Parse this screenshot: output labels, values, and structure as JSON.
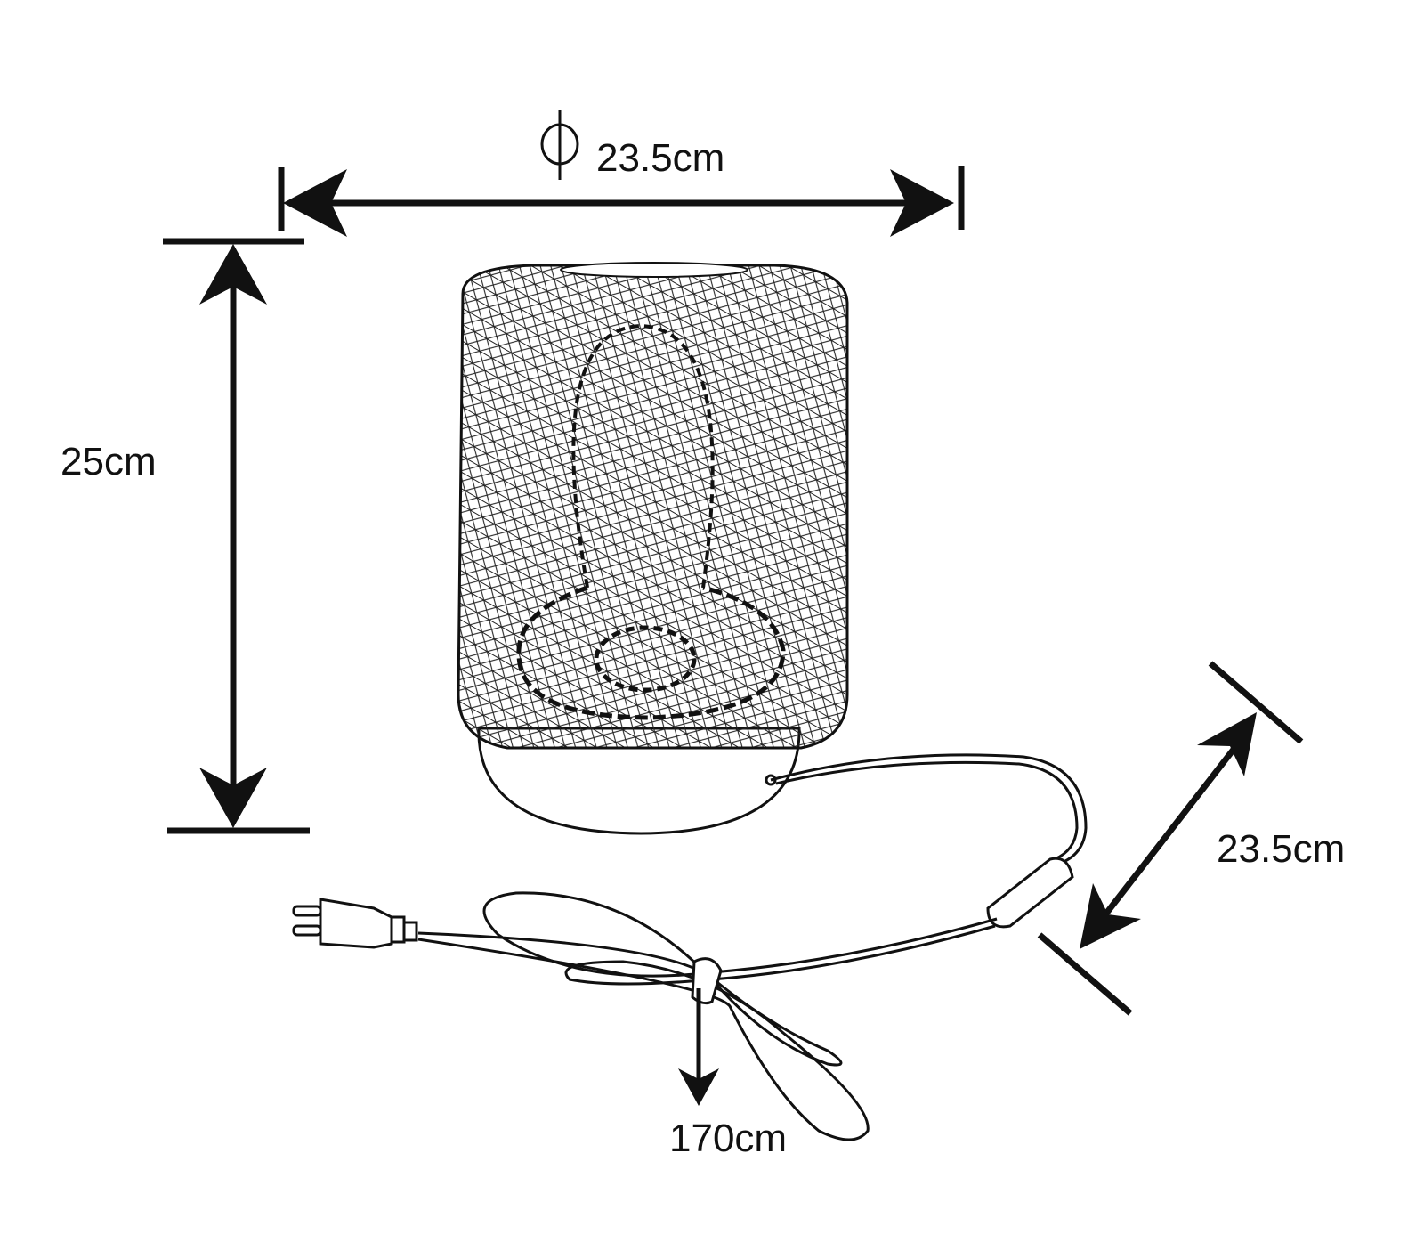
{
  "title": "Table lamp dimensions",
  "dimensions": {
    "diameter": {
      "symbol": "ϕ",
      "label": "23.5cm"
    },
    "height": {
      "label": "25cm"
    },
    "depth": {
      "label": "23.5cm"
    },
    "cord_length": {
      "label": "170cm"
    }
  },
  "colors": {
    "line": "#111111",
    "background": "#ffffff"
  }
}
